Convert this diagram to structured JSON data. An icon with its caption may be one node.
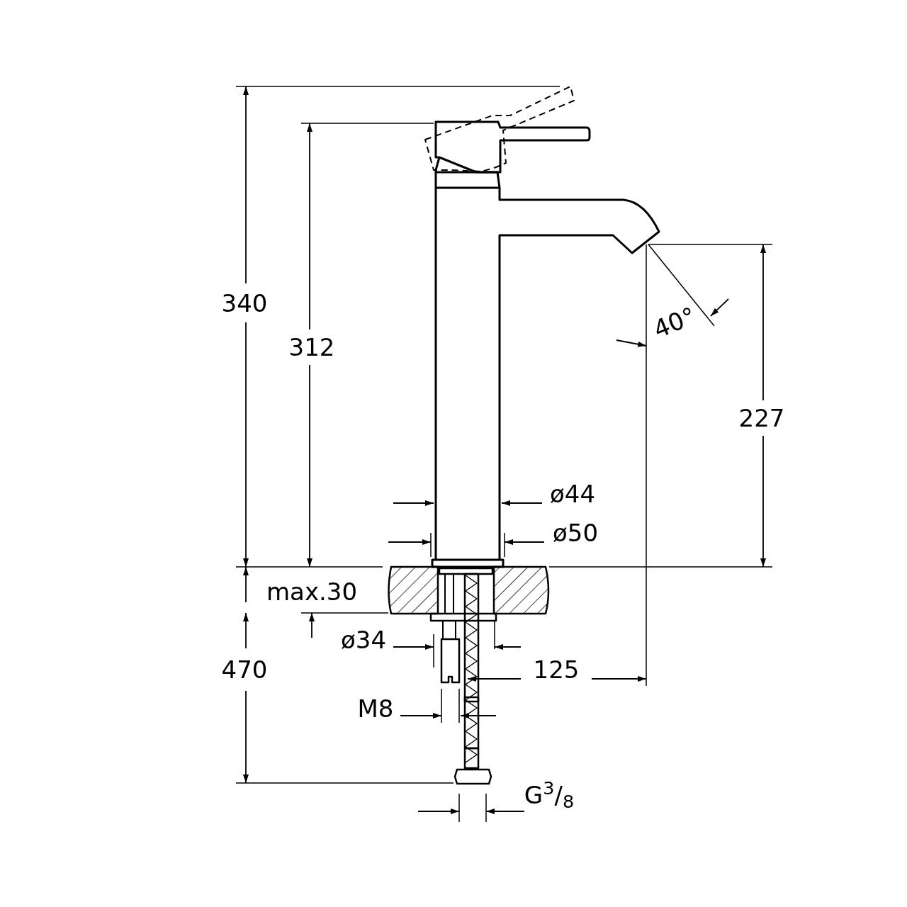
{
  "diagram": {
    "labels": [
      "340",
      "40°",
      "312",
      "227",
      "ø44",
      "ø50",
      "max.30",
      "ø34",
      "470",
      "125",
      "M8",
      "G$^{3}$/$_{8}$"
    ]
  }
}
